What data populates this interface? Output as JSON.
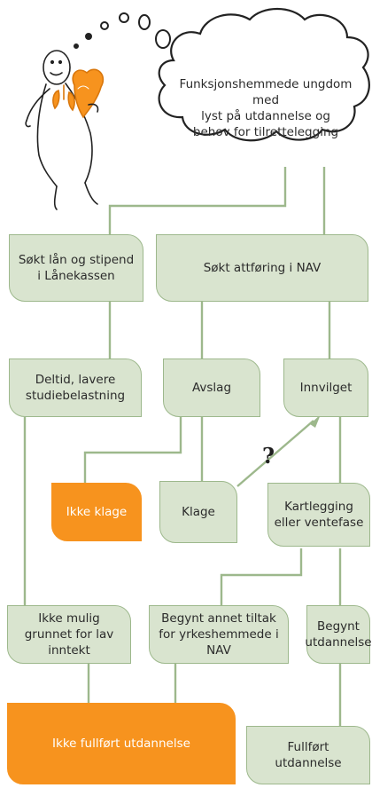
{
  "cloud": {
    "line1": "Funksjonshemmede ungdom med",
    "line2": "lyst på utdannelse og",
    "line3": "behov for tilrettelegging"
  },
  "nodes": {
    "soekt_laan": "Søkt lån og stipend i Lånekassen",
    "soekt_attfoering": "Søkt attføring i NAV",
    "deltid": "Deltid, lavere studiebelastning",
    "avslag": "Avslag",
    "innvilget": "Innvilget",
    "ikke_klage": "Ikke klage",
    "klage": "Klage",
    "kartlegging": "Kartlegging eller ventefase",
    "ikke_mulig": "Ikke mulig grunnet for lav inntekt",
    "annet_tiltak": "Begynt annet tiltak for yrkeshemmede i NAV",
    "begynt_utdannelse": "Begynt utdannelse",
    "ikke_fullfoert": "Ikke fullført utdannelse",
    "fullfoert": "Fullført utdannelse"
  },
  "question_mark": "?",
  "colors": {
    "box_fill": "#d9e4cf",
    "box_border": "#9db88c",
    "connector": "#9db88c",
    "accent_orange": "#f7931e"
  }
}
